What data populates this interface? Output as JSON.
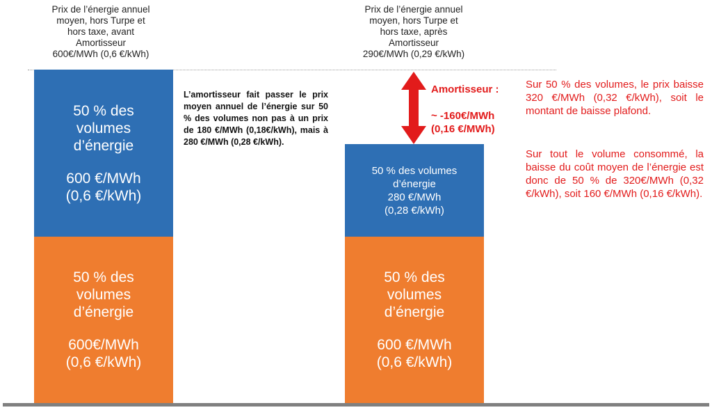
{
  "left_column": {
    "header_lines": [
      "Prix de l’énergie annuel",
      "moyen, hors Turpe et",
      "hors taxe, avant",
      "Amortisseur",
      "600€/MWh (0,6 €/kWh)"
    ],
    "top_block": {
      "label_lines": [
        "50 % des",
        "volumes",
        "d’énergie"
      ],
      "value_lines": [
        "600 €/MWh",
        "(0,6 €/kWh)"
      ]
    },
    "bottom_block": {
      "label_lines": [
        "50 % des",
        "volumes",
        "d’énergie"
      ],
      "value_lines": [
        "600€/MWh",
        "(0,6 €/kWh)"
      ]
    }
  },
  "right_column": {
    "header_lines": [
      "Prix de l’énergie annuel",
      "moyen, hors Turpe et",
      "hors taxe, après",
      "Amortisseur",
      "290€/MWh (0,29 €/kWh)"
    ],
    "top_block": {
      "lines": [
        "50 % des volumes",
        "d’énergie",
        "280 €/MWh",
        "(0,28 €/kWh)"
      ]
    },
    "bottom_block": {
      "label_lines": [
        "50 % des",
        "volumes",
        "d’énergie"
      ],
      "value_lines": [
        "600 €/MWh",
        "(0,6 €/kWh)"
      ]
    }
  },
  "middle_note": "L’amortisseur fait passer le prix moyen annuel de l’énergie sur 50 % des volumes non pas à un prix de 180 €/MWh (0,18€/kWh), mais à 280 €/MWh (0,28 €/kWh).",
  "amortisseur": {
    "title": "Amortisseur :",
    "value_lines": [
      "~ -160€/MWh",
      "(0,16 €/MWh)"
    ]
  },
  "right_notes": {
    "paragraph_1": "Sur 50 % des volumes, le prix baisse 320 €/MWh (0,32 €/kWh), soit le montant de baisse plafond.",
    "paragraph_2": "Sur tout le volume consommé, la baisse du coût moyen de l’énergie est donc de 50 % de 320€/MWh (0,32 €/kWh), soit 160 €/MWh (0,16 €/kWh)."
  },
  "colors": {
    "blue": "#2e6fb4",
    "orange": "#ef7d2f",
    "red": "#e21b1b",
    "ground": "#808080"
  }
}
